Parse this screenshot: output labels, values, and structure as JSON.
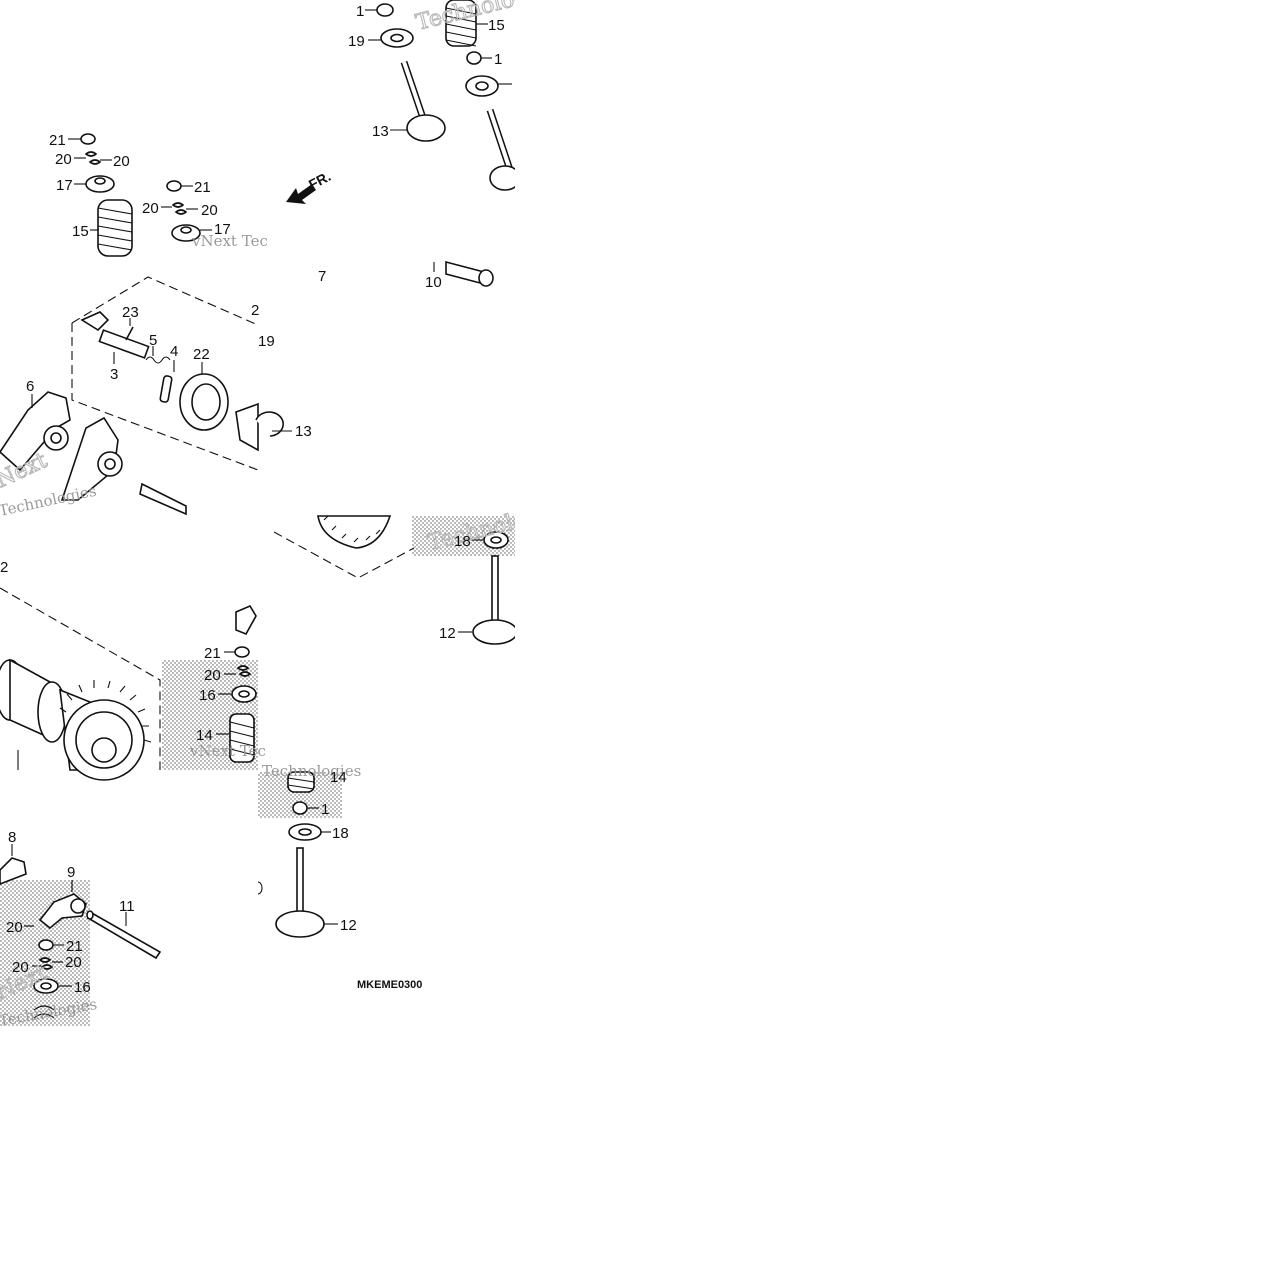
{
  "diagram": {
    "code": "MKEME0300",
    "direction_label": "FR.",
    "watermark": {
      "word1": "Next",
      "word2": "Technologies",
      "line": "vNext Tec"
    },
    "callouts": [
      {
        "id": "c1a",
        "text": "1"
      },
      {
        "id": "c19a",
        "text": "19"
      },
      {
        "id": "c15a",
        "text": "15"
      },
      {
        "id": "c1b",
        "text": "1"
      },
      {
        "id": "c13a",
        "text": "13"
      },
      {
        "id": "c21a",
        "text": "21"
      },
      {
        "id": "c20a",
        "text": "20"
      },
      {
        "id": "c20b",
        "text": "20"
      },
      {
        "id": "c17a",
        "text": "17"
      },
      {
        "id": "c21b",
        "text": "21"
      },
      {
        "id": "c20c",
        "text": "20"
      },
      {
        "id": "c20d",
        "text": "20"
      },
      {
        "id": "c15b",
        "text": "15"
      },
      {
        "id": "c17b",
        "text": "17"
      },
      {
        "id": "c7",
        "text": "7"
      },
      {
        "id": "c10",
        "text": "10"
      },
      {
        "id": "c23",
        "text": "23"
      },
      {
        "id": "c5",
        "text": "5"
      },
      {
        "id": "c4",
        "text": "4"
      },
      {
        "id": "c22",
        "text": "22"
      },
      {
        "id": "c3",
        "text": "3"
      },
      {
        "id": "c2a",
        "text": "2"
      },
      {
        "id": "c19b",
        "text": "19"
      },
      {
        "id": "c6",
        "text": "6"
      },
      {
        "id": "c13b",
        "text": "13"
      },
      {
        "id": "c18a",
        "text": "18"
      },
      {
        "id": "c12a",
        "text": "12"
      },
      {
        "id": "c2b",
        "text": "2"
      },
      {
        "id": "c21c",
        "text": "21"
      },
      {
        "id": "c20e",
        "text": "20"
      },
      {
        "id": "c16a",
        "text": "16"
      },
      {
        "id": "c14a",
        "text": "14"
      },
      {
        "id": "c14b",
        "text": "14"
      },
      {
        "id": "c1c",
        "text": "1"
      },
      {
        "id": "c18b",
        "text": "18"
      },
      {
        "id": "c12b",
        "text": "12"
      },
      {
        "id": "c8",
        "text": "8"
      },
      {
        "id": "c9",
        "text": "9"
      },
      {
        "id": "c11",
        "text": "11"
      },
      {
        "id": "c20f",
        "text": "20"
      },
      {
        "id": "c21d",
        "text": "21"
      },
      {
        "id": "c20g",
        "text": "20"
      },
      {
        "id": "c20h",
        "text": "20"
      },
      {
        "id": "c16b",
        "text": "16"
      }
    ]
  }
}
